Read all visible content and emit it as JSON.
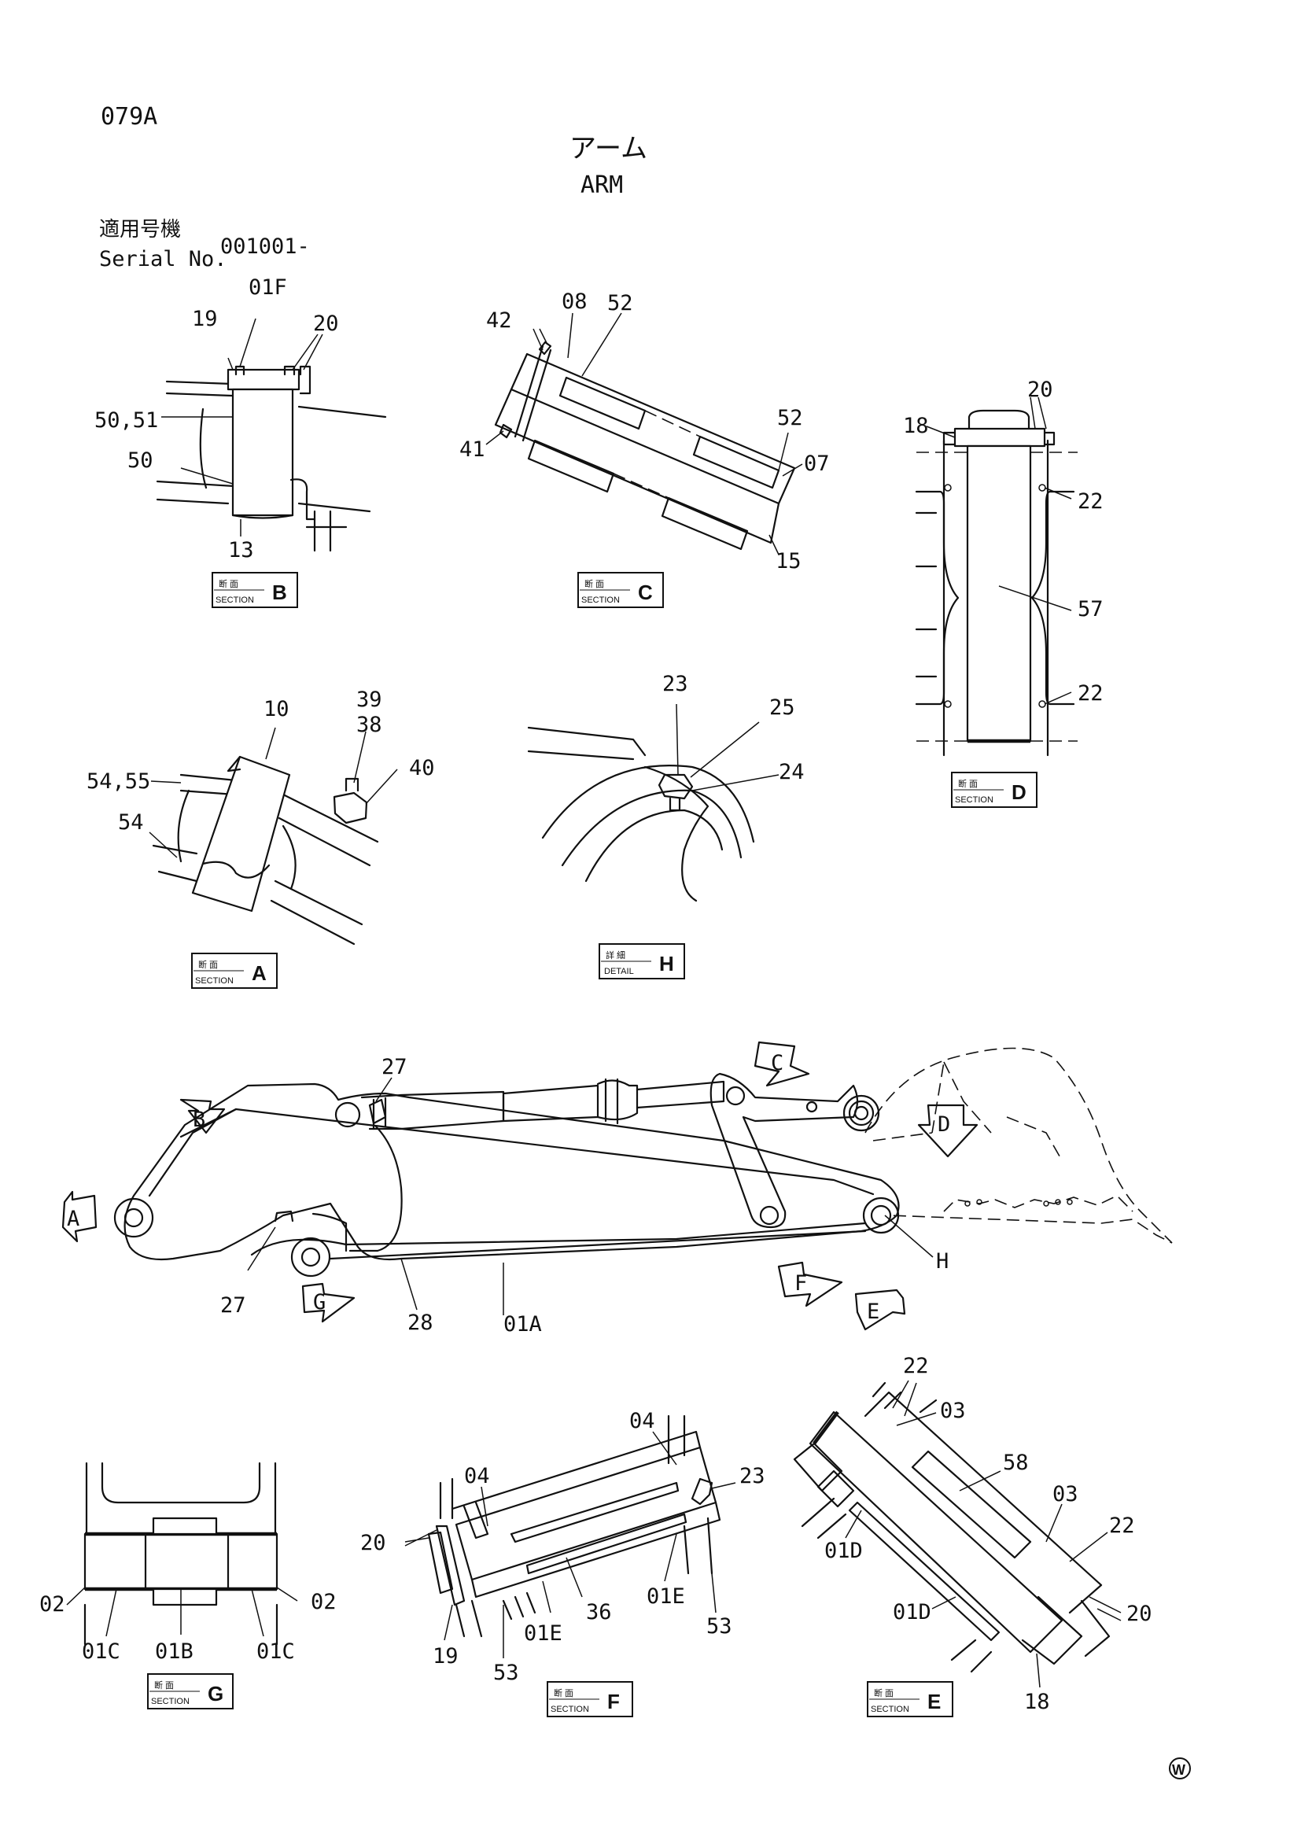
{
  "header": {
    "page_code": "079A",
    "title_jp": "アーム",
    "title_en": "ARM",
    "serial_label_jp": "適用号機",
    "serial_label_en": "Serial No.",
    "serial_value": "001001-"
  },
  "section_tag": {
    "jp": "断 面",
    "en": "SECTION"
  },
  "detail_tag": {
    "jp": "詳 細",
    "en": "DETAIL"
  },
  "views": {
    "B": {
      "letter": "B",
      "labels": [
        "01F",
        "19",
        "20",
        "50,51",
        "50",
        "13"
      ]
    },
    "C": {
      "letter": "C",
      "labels": [
        "42",
        "08",
        "52",
        "41",
        "52",
        "07",
        "15"
      ]
    },
    "D": {
      "letter": "D",
      "labels": [
        "20",
        "18",
        "22",
        "57",
        "22"
      ]
    },
    "A": {
      "letter": "A",
      "labels": [
        "10",
        "39",
        "38",
        "40",
        "54,55",
        "54"
      ]
    },
    "H": {
      "letter": "H",
      "labels": [
        "23",
        "25",
        "24"
      ]
    },
    "main": {
      "labels": [
        "27",
        "27",
        "28",
        "01A",
        "H"
      ],
      "arrows": [
        "A",
        "B",
        "C",
        "D",
        "E",
        "F",
        "G"
      ]
    },
    "G": {
      "letter": "G",
      "labels": [
        "02",
        "02",
        "01C",
        "01B",
        "01C"
      ]
    },
    "F": {
      "letter": "F",
      "labels": [
        "04",
        "04",
        "23",
        "20",
        "36",
        "01E",
        "01E",
        "19",
        "53",
        "53"
      ]
    },
    "E": {
      "letter": "E",
      "labels": [
        "22",
        "03",
        "58",
        "03",
        "22",
        "01D",
        "01D",
        "20",
        "18"
      ]
    }
  },
  "footer_mark": "W"
}
